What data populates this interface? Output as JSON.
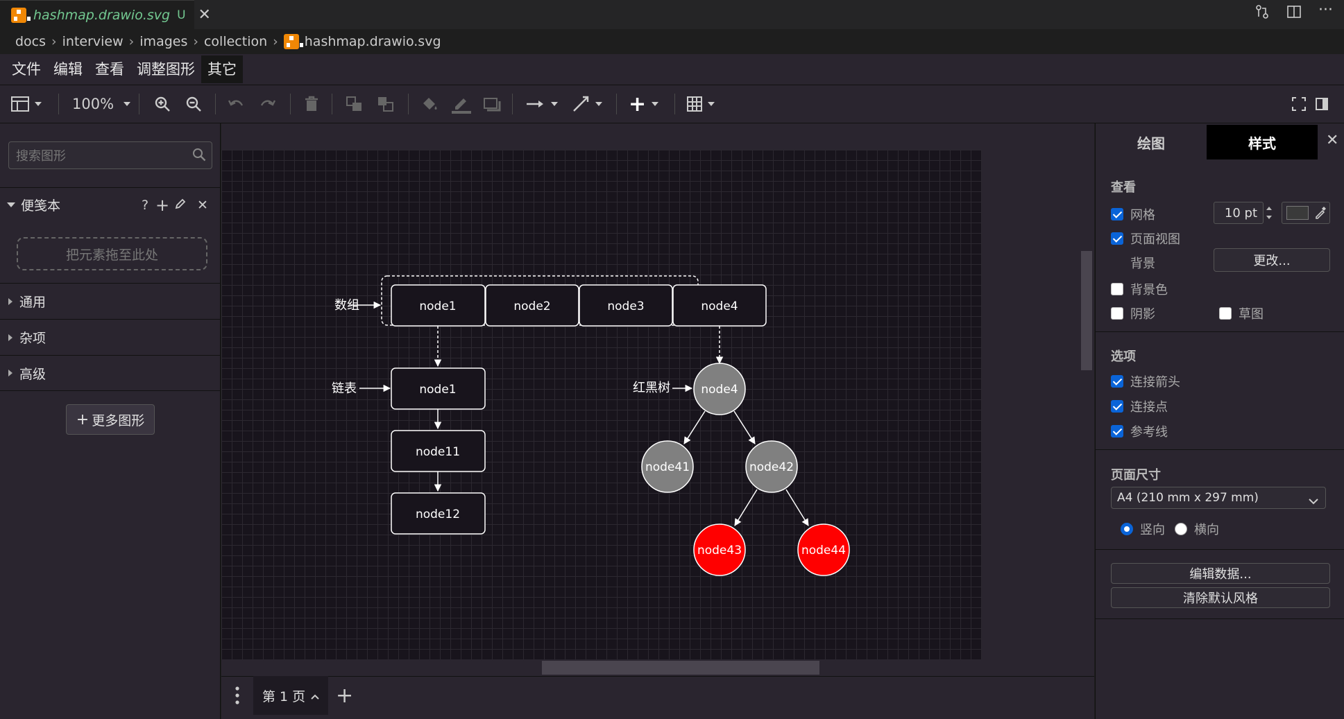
{
  "tab": {
    "filename": "hashmap.drawio.svg",
    "status": "U"
  },
  "breadcrumb": [
    "docs",
    "interview",
    "images",
    "collection",
    "hashmap.drawio.svg"
  ],
  "menu": [
    "文件",
    "编辑",
    "查看",
    "调整图形",
    "其它"
  ],
  "toolbar": {
    "zoom": "100%"
  },
  "left_panel": {
    "search_placeholder": "搜索图形",
    "scratchpad_title": "便笺本",
    "scratchpad_help": "?",
    "drop_zone": "把元素拖至此处",
    "sections": [
      "通用",
      "杂项",
      "高级"
    ],
    "more_shapes": "更多图形"
  },
  "diagram": {
    "labels": {
      "array": "数组",
      "linked_list": "链表",
      "rbtree": "红黑树"
    },
    "array_nodes": [
      "node1",
      "node2",
      "node3",
      "node4"
    ],
    "list_nodes": [
      "node1",
      "node11",
      "node12"
    ],
    "tree_nodes": {
      "root": "node4",
      "left": "node41",
      "right": "node42",
      "right_left": "node43",
      "right_right": "node44"
    },
    "colors": {
      "gray_node": "#808080",
      "red_node": "#ff0000",
      "box_fill": "#18141c",
      "stroke": "#ffffff"
    }
  },
  "bottom": {
    "page_tab": "第 1 页"
  },
  "right_panel": {
    "tabs": [
      "绘图",
      "样式"
    ],
    "view_title": "查看",
    "grid": {
      "label": "网格",
      "checked": true,
      "size": "10 pt"
    },
    "page_view": {
      "label": "页面视图",
      "checked": true
    },
    "background": {
      "label": "背景",
      "button": "更改..."
    },
    "background_color": {
      "label": "背景色",
      "checked": false
    },
    "shadow": {
      "label": "阴影",
      "checked": false
    },
    "sketch": {
      "label": "草图",
      "checked": false
    },
    "options_title": "选项",
    "connection_arrows": {
      "label": "连接箭头",
      "checked": true
    },
    "connection_points": {
      "label": "连接点",
      "checked": true
    },
    "guides": {
      "label": "参考线",
      "checked": true
    },
    "page_size_title": "页面尺寸",
    "page_size": "A4 (210 mm x 297 mm)",
    "portrait": {
      "label": "竖向",
      "selected": true
    },
    "landscape": {
      "label": "横向",
      "selected": false
    },
    "edit_data": "编辑数据...",
    "clear_style": "清除默认风格"
  }
}
